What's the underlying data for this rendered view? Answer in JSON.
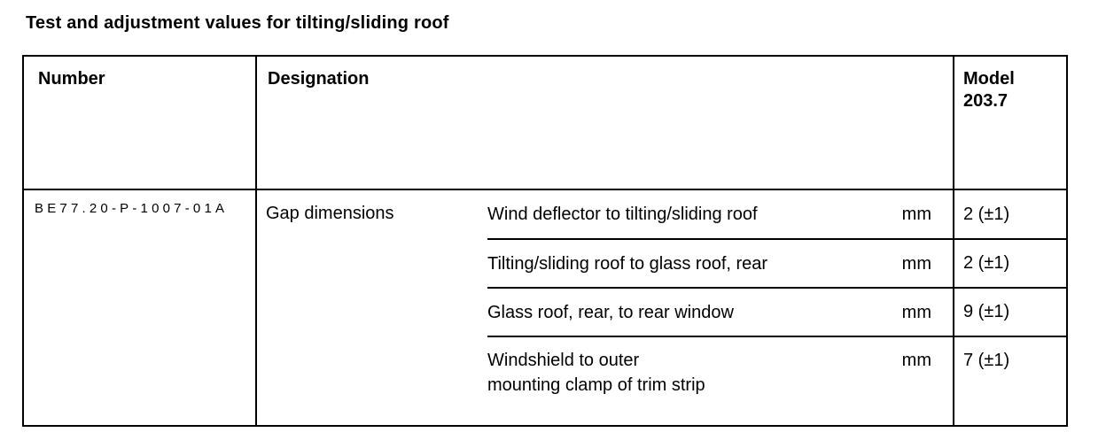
{
  "page": {
    "title": "Test and adjustment values for tilting/sliding roof"
  },
  "table": {
    "headers": {
      "number": "Number",
      "designation": "Designation",
      "model": "Model\n203.7"
    },
    "row": {
      "number": "BE77.20-P-1007-01A",
      "group": "Gap dimensions",
      "items": [
        {
          "label": "Wind deflector to tilting/sliding roof",
          "unit": "mm",
          "value": "2 (±1)"
        },
        {
          "label": "Tilting/sliding roof to glass roof, rear",
          "unit": "mm",
          "value": "2 (±1)"
        },
        {
          "label": "Glass roof, rear, to rear window",
          "unit": "mm",
          "value": "9 (±1)"
        },
        {
          "label": "Windshield to outer\nmounting clamp of trim strip",
          "unit": "mm",
          "value": "7 (±1)"
        }
      ]
    }
  }
}
